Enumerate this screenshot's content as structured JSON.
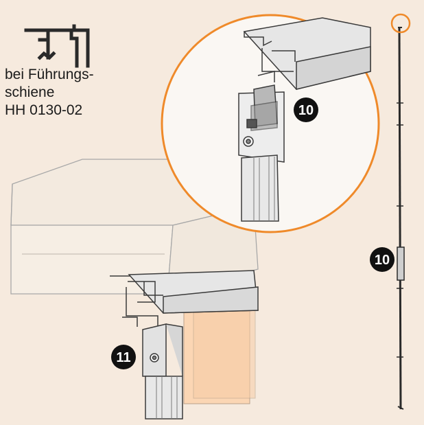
{
  "caption": {
    "line1": "bei Führungs-",
    "line2": "schiene",
    "line3": "HH 0130-02"
  },
  "callouts": {
    "detail_marker": "10",
    "side_marker": "10",
    "lower_marker": "11"
  },
  "colors": {
    "background": "#f6eade",
    "accent_orange": "#ef8a2a",
    "panel_fill": "#fbd6b4",
    "metal": "#e3e3e3",
    "outline": "#3a3a3a",
    "badge": "#111111"
  },
  "icons": {
    "profile_symbol": "guide-rail-profile-icon"
  }
}
